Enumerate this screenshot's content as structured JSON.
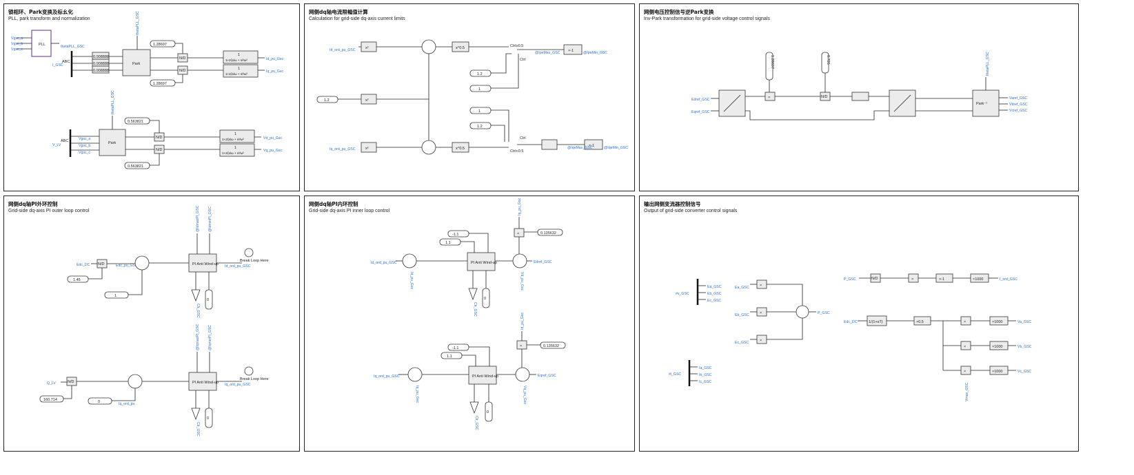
{
  "panels": [
    {
      "title": "锁相环、Park变换及标幺化",
      "subtitle": "PLL, park transform and normalization",
      "signals": [
        "Vgsc_a",
        "Vgsc_b",
        "Vgsc_c",
        "thetaPLL_GSC",
        "I_GSC",
        "thetaPLL_GSC",
        "Id_pu_Gsc",
        "Iq_pu_Gsc",
        "V_LV",
        "Vgsc_a",
        "Vgsc_b",
        "Vgsc_c",
        "thetaPLL_GSC",
        "Vd_pu_Gsc",
        "Vq_pu_Gsc"
      ],
      "blocks": [
        "PLL",
        "Park",
        "N/D",
        "N/D",
        "Park",
        "N/D",
        "N/D",
        "ABC",
        "ABC"
      ],
      "constants": [
        "1.28697",
        "1.28697",
        "0.563821",
        "0.563821",
        "0.008888",
        "0.008888",
        "0.008888"
      ],
      "filters": [
        "1",
        "1+2ζs/ω + s²/ω²",
        "1",
        "1+2ζs/ω + s²/ω²",
        "1",
        "1+2ζs/ω + s²/ω²",
        "1",
        "1+2ζs/ω + s²/ω²"
      ]
    },
    {
      "title": "网侧dq轴电流限幅值计算",
      "subtitle": "Calculation for grid-side dq-axis current limits",
      "signals": [
        "Id_ord_pu_GSC",
        "Iq_ord_pu_GSC",
        "@IpeMax_GSC",
        "@IpeMin_GSC",
        "@IqeMax_GSC",
        "@IqeMin_GSC"
      ],
      "constants": [
        "1.2",
        "1.2",
        "1",
        "1",
        "1.2"
      ],
      "blocks": [
        "x²",
        "x²",
        "x²",
        "x^0.5",
        "x^0.5",
        "×-1",
        "×-1",
        "Ctrl≥0.5",
        "Ctrl<0.5",
        "Ctrl",
        "Ctrl"
      ]
    },
    {
      "title": "网侧电压控制信号逆Park变换",
      "subtitle": "Inv-Park transformation for grid-side voltage control signals",
      "signals": [
        "Edref_GSC",
        "Eqref_GSC",
        "thetaPLL_GSC",
        "Varef_GSC",
        "Vbref_GSC",
        "Vcref_GSC"
      ],
      "constants": [
        "1.28697",
        "0.725"
      ],
      "blocks": [
        "N/D",
        "Park⁻¹"
      ]
    },
    {
      "title": "网侧dq轴PI外环控制",
      "subtitle": "Grid-side dq-axis PI outer loop control",
      "signals": [
        "Edc_DC",
        "Edc_pu_GSC",
        "@IdmaxPI_GSC",
        "@IdminPI_GSC",
        "Id_ord_pu_GSC",
        "Q_LV",
        "Iq_ord_pu",
        "@IqmaxPI_GSC",
        "@IqminPI_GSC",
        "Iq_ord_pu_GSC",
        "Clr_GSC",
        "Clr_GSC"
      ],
      "constants": [
        "1.45",
        "1",
        "160.714",
        "0",
        "0",
        "0"
      ],
      "blocks": [
        "N/D",
        "N/D",
        "PI Anti Wind-up",
        "PI Anti Wind-up",
        "Break Loop Here",
        "Break Loop Here"
      ]
    },
    {
      "title": "网侧dq轴PI内环控制",
      "subtitle": "Grid-side dq-axis PI inner loop control",
      "signals": [
        "Id_ord_pu_GSC",
        "Id_pu_Gsc",
        "Edref_GSC",
        "Vd_pu_Gsc",
        "Iq_ord_pu_GSC",
        "Iq_pu_Gsc",
        "Eqref_GSC",
        "Vq_pu_Gsc",
        "Iq_pu_Gsc",
        "Id_pu_Gsc",
        "Clr_GSC",
        "Clr_GSC"
      ],
      "constants": [
        "-1.1",
        "1.1",
        "-1.1",
        "1.1",
        "0.135632",
        "0.135632",
        "0",
        "0"
      ],
      "blocks": [
        "PI Anti Wind-up",
        "PI Anti Wind-up"
      ]
    },
    {
      "title": "输出网侧变流器控制信号",
      "subtitle": "Output of grid-side converter control signals",
      "signals": [
        "#v_GSC",
        "Ea_GSC",
        "Eb_GSC",
        "Ec_GSC",
        "#i_GSC",
        "Ia_GSC",
        "Ib_GSC",
        "Ic_GSC",
        "Ea_GSC",
        "Eb_GSC",
        "Ec_GSC",
        "P_GSC",
        "P_GSC",
        "I_ord_GSC",
        "Edc_DC",
        "Vmax_GSC",
        "Va_GSC",
        "Vb_GSC",
        "Vc_GSC"
      ],
      "constants": [
        "×-1",
        "×1000",
        "×0.5",
        "×1000",
        "×1000",
        "×1000"
      ],
      "blocks": [
        "N/D",
        "1/(1+sT)"
      ]
    }
  ]
}
